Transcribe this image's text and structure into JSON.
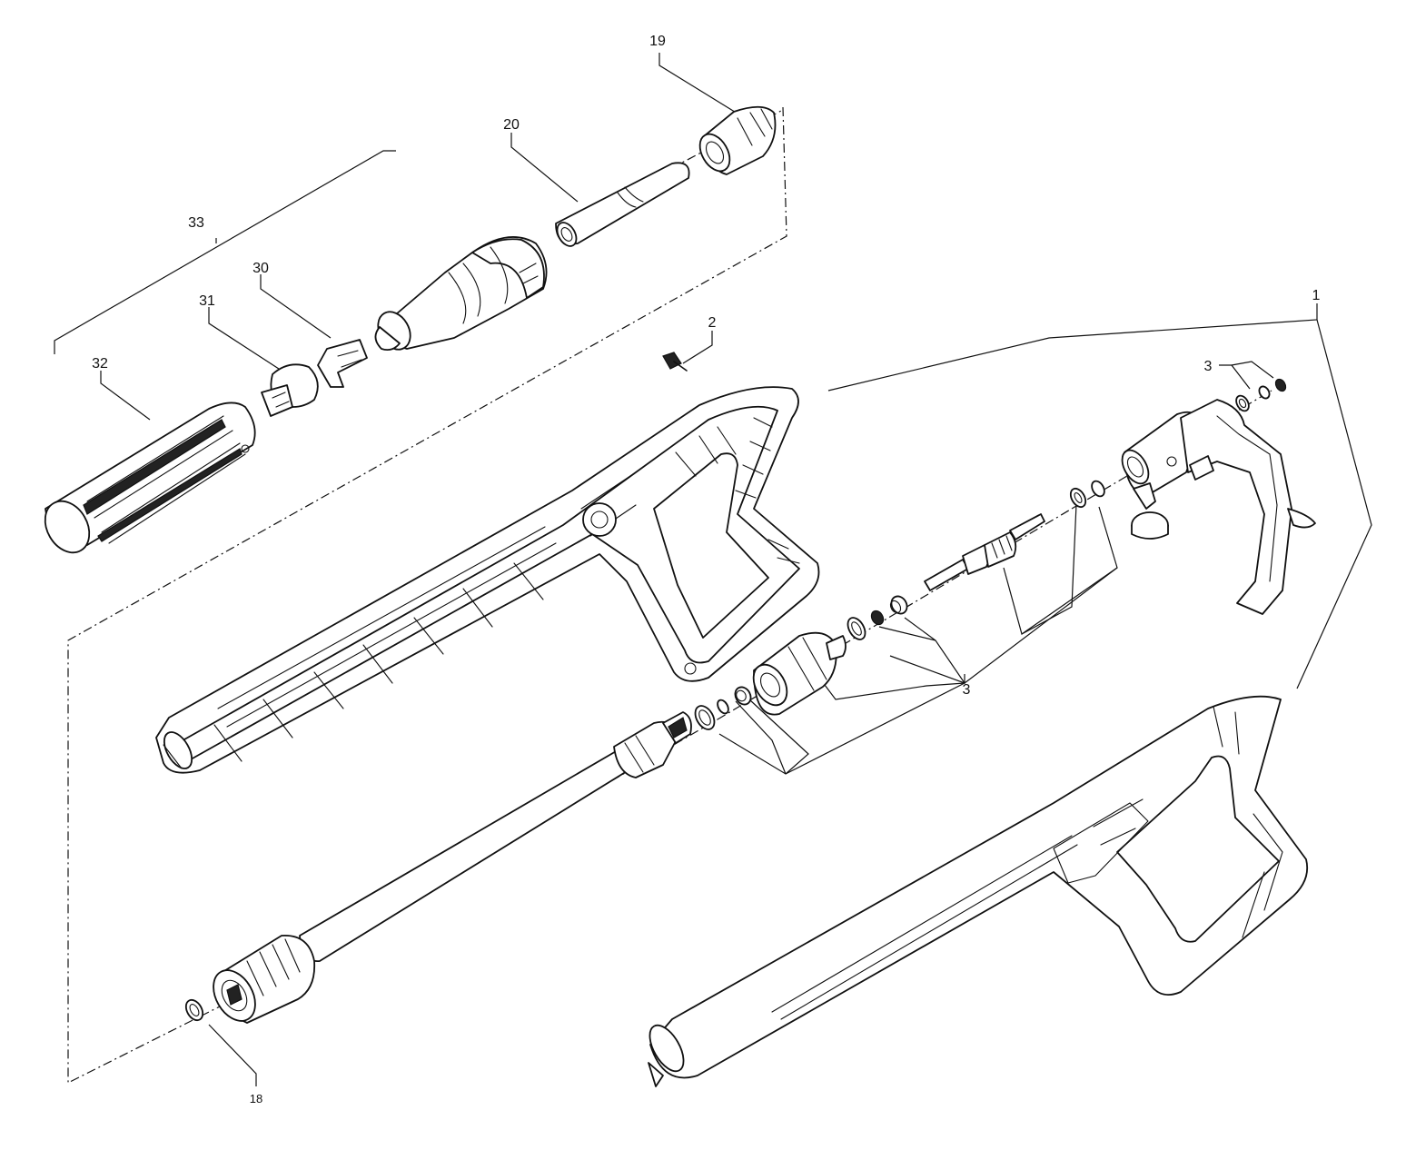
{
  "callouts": {
    "c1": "1",
    "c2": "2",
    "c3a": "3",
    "c3b": "3",
    "c18": "18",
    "c19": "19",
    "c20": "20",
    "c30": "30",
    "c31": "31",
    "c32": "32",
    "c33": "33"
  },
  "line_color": "#111111",
  "background": "#ffffff"
}
